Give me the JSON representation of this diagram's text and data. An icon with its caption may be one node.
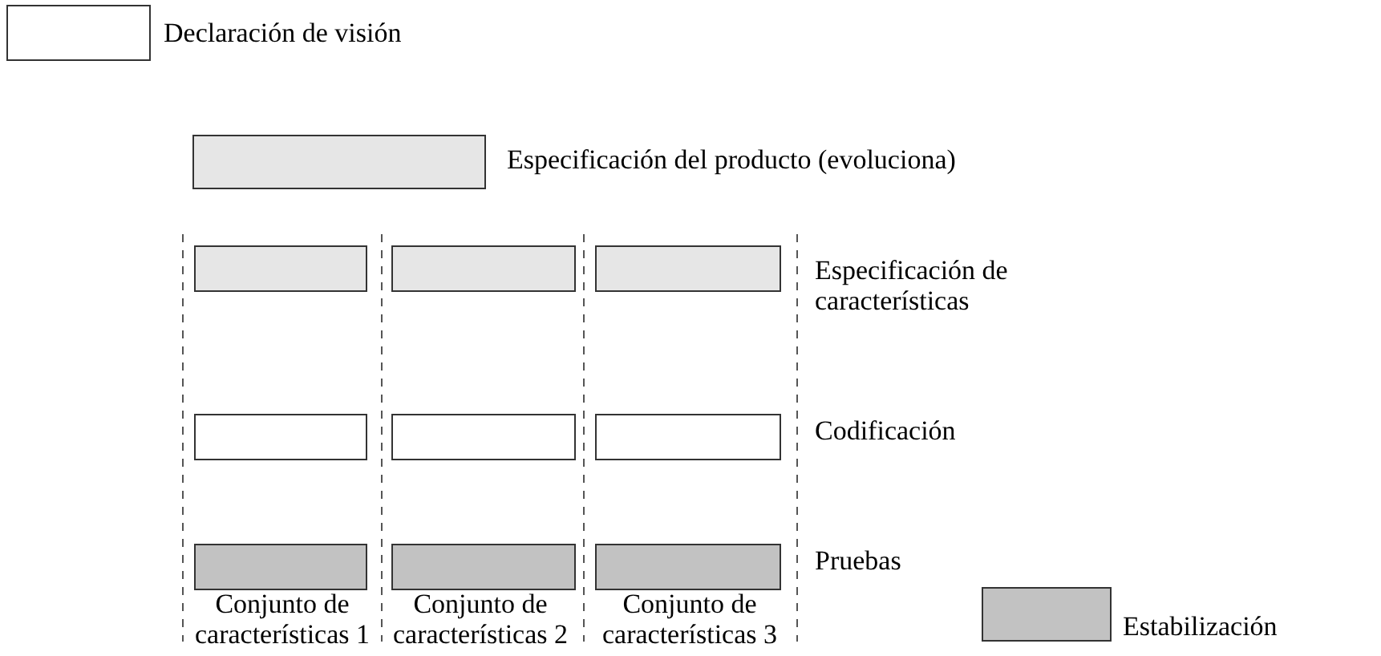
{
  "diagram": {
    "nodes": [
      {
        "text": [],
        "shape": "box",
        "beside": [
          "Declaración de visión"
        ]
      },
      {
        "text": [],
        "shape": "box",
        "beside": [
          "Especificación del producto (evoluciona)"
        ]
      },
      {
        "text": [],
        "shape": "box"
      },
      {
        "text": [],
        "shape": "box"
      },
      {
        "text": [],
        "shape": "box"
      },
      {
        "text": [],
        "shape": "box"
      },
      {
        "text": [],
        "shape": "box"
      },
      {
        "text": [],
        "shape": "box"
      },
      {
        "text": [],
        "shape": "box"
      },
      {
        "text": [],
        "shape": "box"
      },
      {
        "text": [],
        "shape": "box"
      },
      {
        "text": [],
        "shape": "box",
        "beside": [
          "Estabilización"
        ]
      }
    ],
    "edges": [],
    "labels": [
      "Especificación de características",
      "Codificación",
      "Pruebas",
      "Conjunto de características 1",
      "Conjunto de características 2",
      "Conjunto de características 3"
    ]
  }
}
